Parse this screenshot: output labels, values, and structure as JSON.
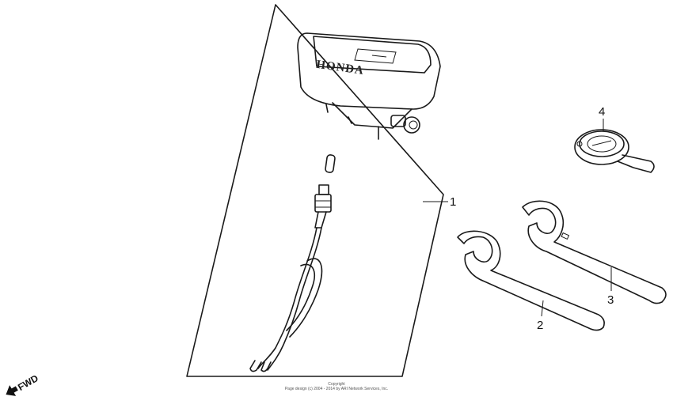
{
  "callouts": {
    "meter_assembly": "1",
    "wrench_small": "2",
    "wrench_large": "3",
    "gauge": "4"
  },
  "brand_label": "HONDA",
  "fwd_label": "FWD",
  "copyright": {
    "line1": "Copyright",
    "line2": "Page design (c) 2004 - 2014 by ARI Network Services, Inc."
  }
}
